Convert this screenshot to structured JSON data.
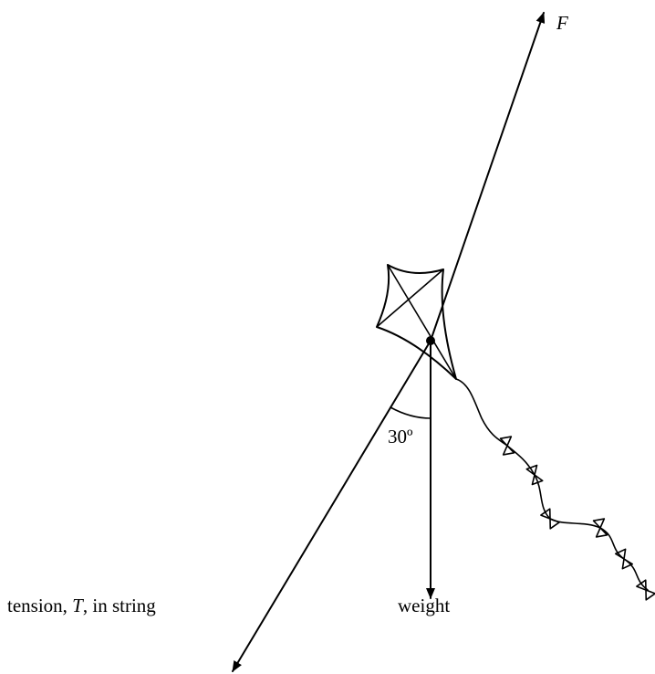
{
  "labels": {
    "force": "F",
    "tension_pre": "tension, ",
    "tension_var": "T",
    "tension_post": ", in string",
    "weight": "weight",
    "angle": "30º"
  },
  "angle_degrees": 30,
  "colors": {
    "ink": "#000000",
    "background": "#ffffff"
  }
}
